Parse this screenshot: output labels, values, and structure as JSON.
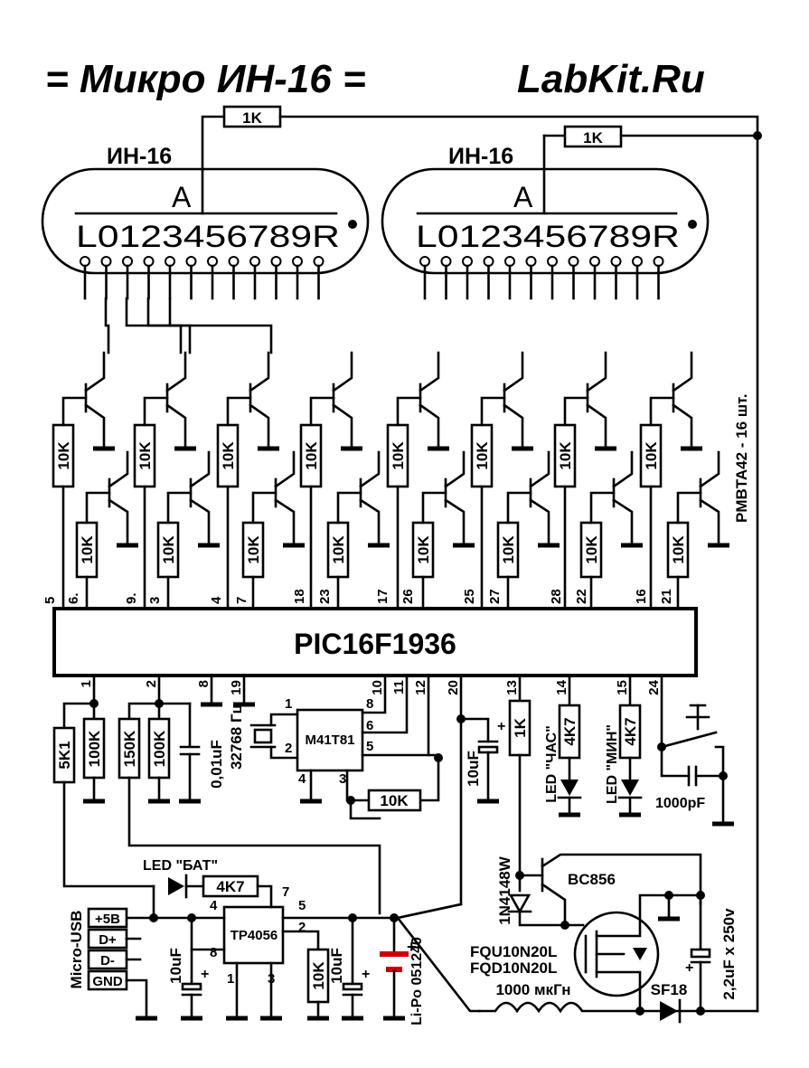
{
  "title_left": "= Микро ИН-16 =",
  "title_right": "LabKit.Ru",
  "tube_left": {
    "name": "ИН-16",
    "anode": "A",
    "digits": "L0123456789R"
  },
  "tube_right": {
    "name": "ИН-16",
    "anode": "A",
    "digits": "L0123456789R"
  },
  "anode_resistor_left": "1K",
  "anode_resistor_right": "1K",
  "transistor_note": "PMBTA42 - 16 шт.",
  "base_resistor": "10K",
  "mcu": {
    "name": "PIC16F1936",
    "top_pins": [
      "5",
      "6.",
      "9.",
      "3",
      "4",
      "7",
      "18",
      "23",
      "17",
      "26",
      "25",
      "27",
      "28",
      "22",
      "16",
      "21"
    ],
    "bottom_pins": [
      "1",
      "2",
      "8",
      "19",
      "10",
      "11",
      "12",
      "20",
      "13",
      "14",
      "15",
      "24"
    ]
  },
  "rtc": {
    "name": "M41T81",
    "pins": [
      "1",
      "2",
      "4",
      "3",
      "8",
      "6",
      "5"
    ],
    "crystal": "32768 Гц",
    "pullup": "10K"
  },
  "divider": {
    "r1": "5K1",
    "r2": "100K",
    "r3": "150K",
    "r4": "100K",
    "cap": "0,01uF"
  },
  "cap_10uf_mcu": "10uF",
  "boost": {
    "r_base": "1K",
    "diode": "1N4148W",
    "transistor": "BC856",
    "mosfet": "FQU10N20L FQD10N20L",
    "inductor": "1000 мкГн",
    "diode_out": "SF18",
    "cap_out": "2,2uF x 250v"
  },
  "leds": {
    "hour_res": "4K7",
    "min_res": "4K7",
    "hour_label": "LED \"ЧАС\"",
    "min_label": "LED \"МИН\"",
    "button_cap": "1000pF"
  },
  "charger": {
    "chip": "TP4056",
    "led_label": "LED \"БАТ\"",
    "led_res": "4K7",
    "prog_res": "10K",
    "cap_in": "10uF",
    "cap_out": "10uF",
    "battery": "Li-Po 051240",
    "pins": [
      "4",
      "7",
      "8",
      "5",
      "2",
      "1",
      "3"
    ]
  },
  "usb": {
    "name": "Micro-USB",
    "pins": [
      "+5B",
      "D+",
      "D-",
      "GND"
    ]
  }
}
